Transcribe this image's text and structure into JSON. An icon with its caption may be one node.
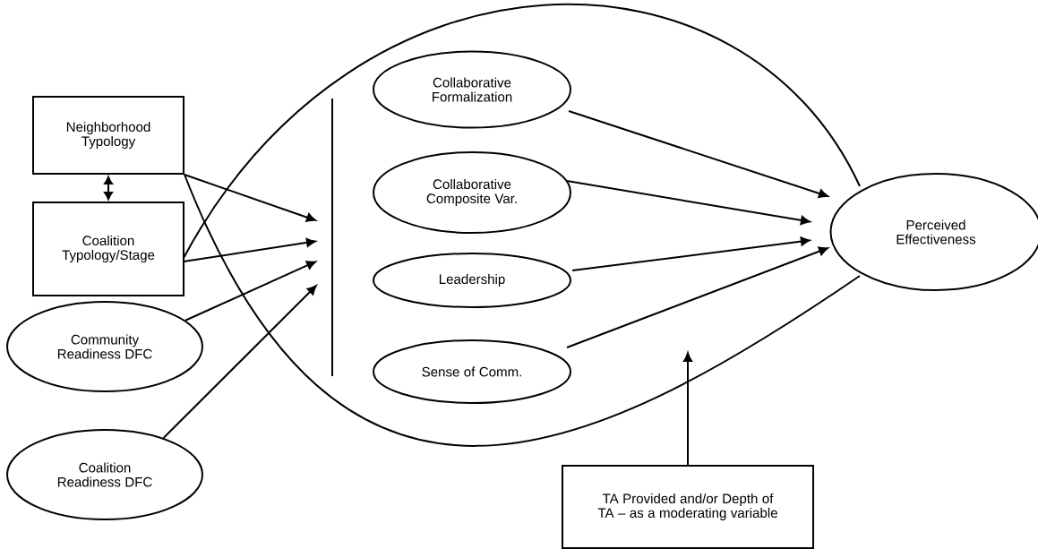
{
  "diagram": {
    "nodes": [
      {
        "text": [
          "Neighborhood Typology"
        ]
      },
      {
        "text": [
          "Coalition Typology/Stage"
        ]
      },
      {
        "text": [
          "Community Readiness DFC"
        ]
      },
      {
        "text": [
          "Coalition Readiness DFC"
        ]
      },
      {
        "text": [],
        "shape": "bar"
      },
      {
        "text": [
          "Collaborative Formalization"
        ]
      },
      {
        "text": [
          "Collaborative Composite Var."
        ]
      },
      {
        "text": [
          "Leadership"
        ]
      },
      {
        "text": [
          "Sense of Comm."
        ]
      },
      {
        "text": [
          "Perceived Effectiveness"
        ]
      },
      {
        "text": [
          "TA Provided and/or Depth of TA – as a moderating variable"
        ]
      }
    ],
    "edges": [
      {
        "from": 0,
        "to": 1,
        "arrow": "both"
      },
      {
        "from": 0,
        "to": 4,
        "arrow": "to"
      },
      {
        "from": 1,
        "to": 4,
        "arrow": "to"
      },
      {
        "from": 2,
        "to": 4,
        "arrow": "to"
      },
      {
        "from": 3,
        "to": 4,
        "arrow": "to"
      },
      {
        "from": 1,
        "to": 9,
        "arrow": "none"
      },
      {
        "from": 0,
        "to": 9,
        "arrow": "none"
      },
      {
        "from": 5,
        "to": 9,
        "arrow": "to"
      },
      {
        "from": 6,
        "to": 9,
        "arrow": "to"
      },
      {
        "from": 7,
        "to": 9,
        "arrow": "to"
      },
      {
        "from": 8,
        "to": 9,
        "arrow": "to"
      },
      {
        "from": 10,
        "to": null,
        "arrow": "to"
      }
    ]
  }
}
